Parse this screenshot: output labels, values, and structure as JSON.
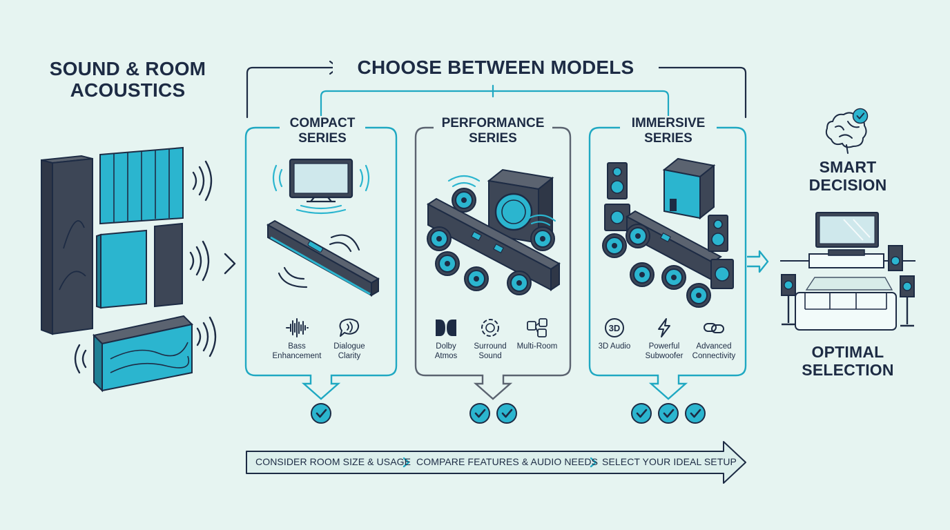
{
  "left_title": {
    "line1": "SOUND & ROOM",
    "line2": "ACOUSTICS"
  },
  "main_title": "CHOOSE BETWEEN MODELS",
  "series": [
    {
      "title_line1": "COMPACT",
      "title_line2": "SERIES",
      "features": [
        {
          "icon": "waveform-icon",
          "line1": "Bass",
          "line2": "Enhancement"
        },
        {
          "icon": "speech-bubble-icon",
          "line1": "Dialogue",
          "line2": "Clarity"
        }
      ],
      "checks": 1
    },
    {
      "title_line1": "PERFORMANCE",
      "title_line2": "SERIES",
      "features": [
        {
          "icon": "dolby-icon",
          "line1": "Dolby",
          "line2": "Atmos"
        },
        {
          "icon": "surround-icon",
          "line1": "Surround",
          "line2": "Sound"
        },
        {
          "icon": "multi-room-icon",
          "line1": "Multi-Room",
          "line2": ""
        }
      ],
      "checks": 2
    },
    {
      "title_line1": "IMMERSIVE",
      "title_line2": "SERIES",
      "features": [
        {
          "icon": "3d-icon",
          "icon_text": "3D",
          "line1": "3D Audio",
          "line2": ""
        },
        {
          "icon": "lightning-icon",
          "line1": "Powerful",
          "line2": "Subwoofer"
        },
        {
          "icon": "link-icon",
          "line1": "Advanced",
          "line2": "Connectivity"
        }
      ],
      "checks": 3
    }
  ],
  "right": {
    "top_line1": "SMART",
    "top_line2": "DECISION",
    "bottom_line1": "OPTIMAL",
    "bottom_line2": "SELECTION"
  },
  "steps": [
    "CONSIDER ROOM SIZE & USAGE",
    "COMPARE FEATURES & AUDIO NEEDS",
    "SELECT YOUR IDEAL SETUP"
  ],
  "colors": {
    "background": "#e6f4f1",
    "navy": "#1d2b44",
    "teal": "#1fa8c2",
    "accent": "#2bb5cf",
    "dark_panel": "#3d4656",
    "gray_box": "#5b6370"
  }
}
